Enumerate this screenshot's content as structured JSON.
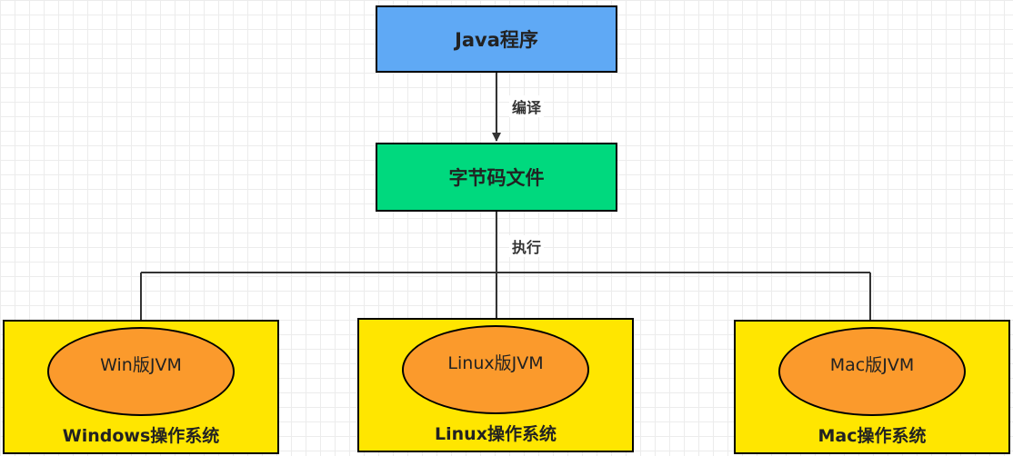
{
  "nodes": {
    "java_program": "Java程序",
    "bytecode_file": "字节码文件"
  },
  "edges": {
    "compile_label": "编译",
    "execute_label": "执行"
  },
  "platforms": [
    {
      "jvm": "Win版JVM",
      "os": "Windows操作系统"
    },
    {
      "jvm": "Linux版JVM",
      "os": "Linux操作系统"
    },
    {
      "jvm": "Mac版JVM",
      "os": "Mac操作系统"
    }
  ],
  "colors": {
    "java_node": "#5fa9f5",
    "bytecode_node": "#00d97e",
    "os_box": "#ffe600",
    "jvm_ellipse": "#fb9a2c",
    "edge": "#333333"
  }
}
